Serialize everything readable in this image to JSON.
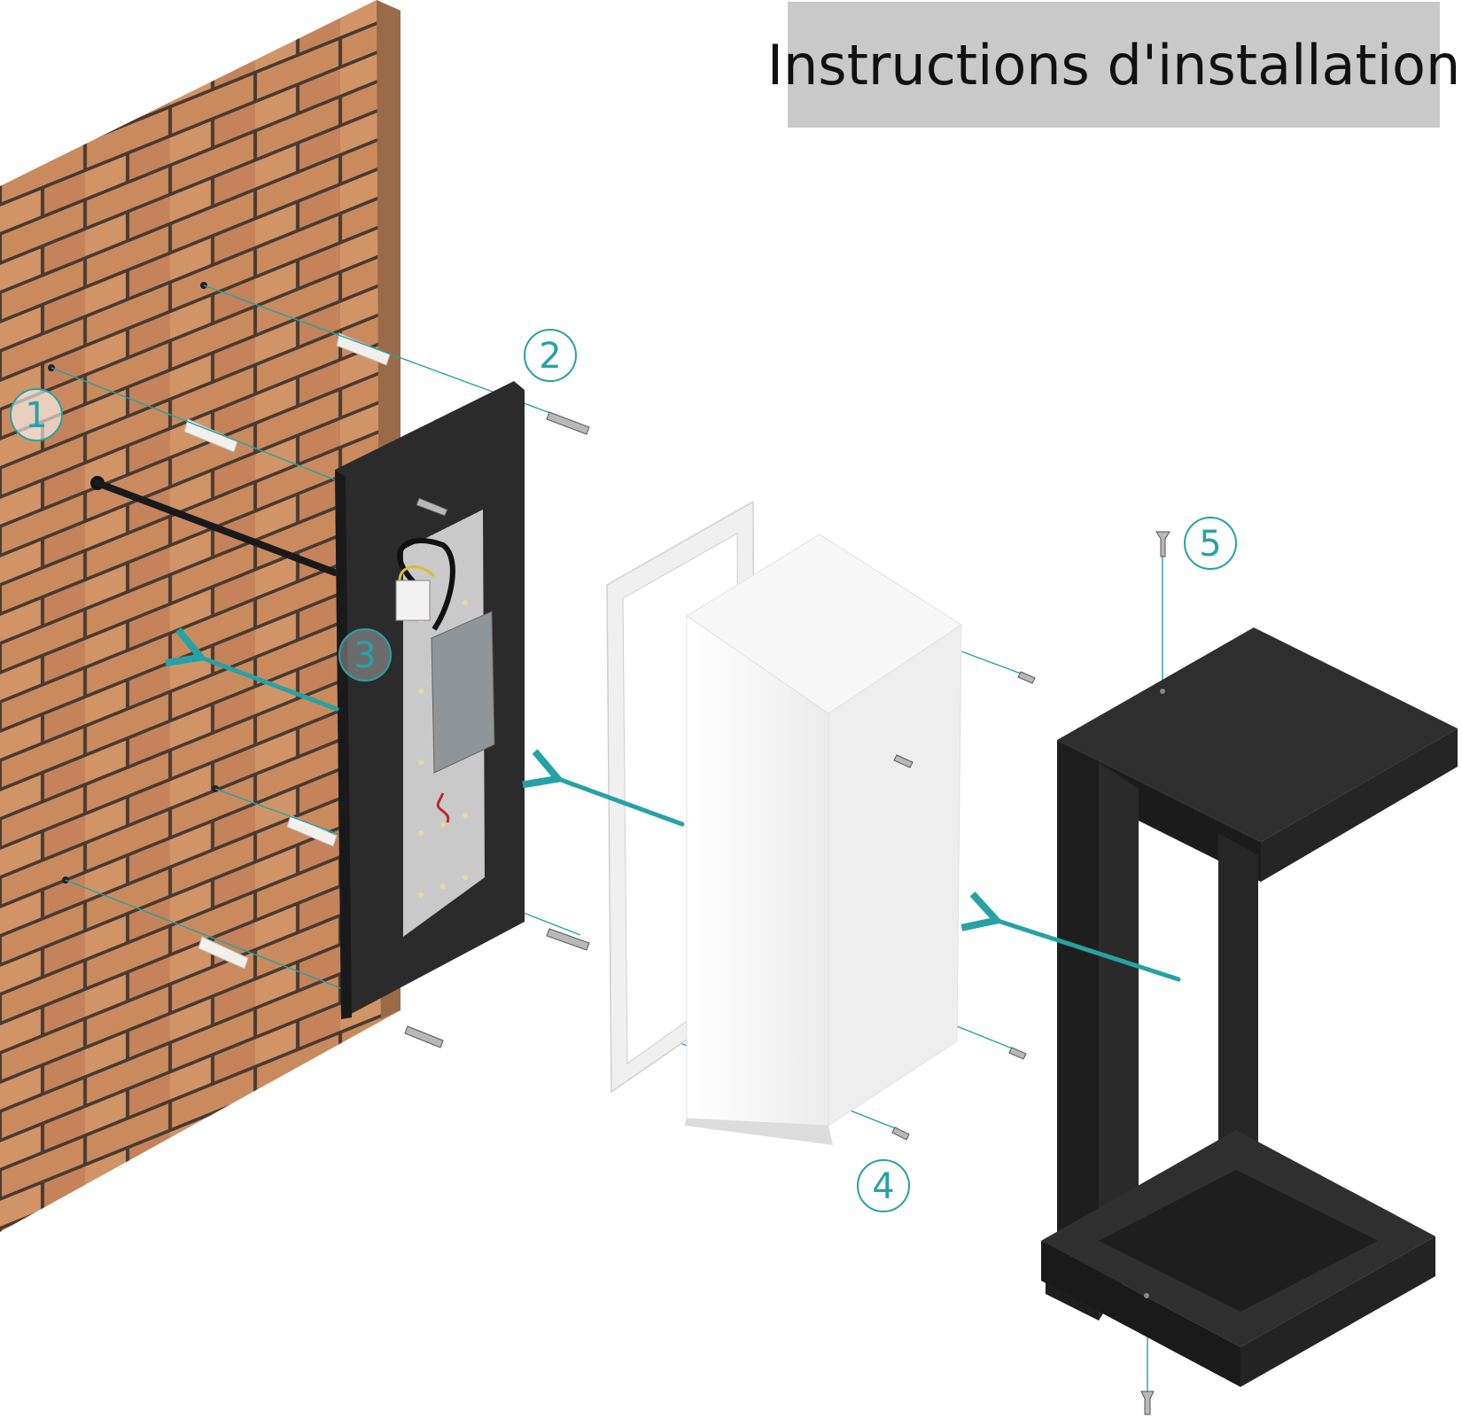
{
  "title": "Instructions d'installation",
  "steps": [
    {
      "number": "1"
    },
    {
      "number": "2"
    },
    {
      "number": "3"
    },
    {
      "number": "4"
    },
    {
      "number": "5"
    }
  ],
  "colors": {
    "accent": "#26a2a6",
    "brick": "#c98b5e",
    "mortar": "#4a3a30",
    "fixture": "#2b2b2b",
    "diffuser": "#f4f4f4",
    "title_bg": "#c9c9c9"
  },
  "parts": {
    "wall": "brick-wall",
    "backplate": "mounting-plate",
    "frame": "gasket-frame",
    "diffuser": "opal-diffuser",
    "housing": "lamp-housing"
  }
}
